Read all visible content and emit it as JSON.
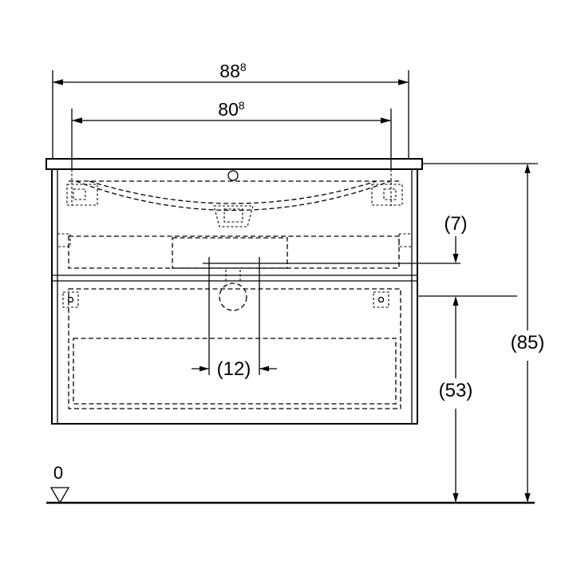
{
  "dimensions": {
    "overall_width": {
      "main": "88",
      "sup": "8"
    },
    "inner_width": {
      "main": "80",
      "sup": "8"
    },
    "supply_offset": "(7)",
    "total_height": "(85)",
    "drain_height": "(53)",
    "drain_spacing": "(12)",
    "datum": "0"
  },
  "colors": {
    "line": "#000000",
    "background": "#ffffff"
  }
}
